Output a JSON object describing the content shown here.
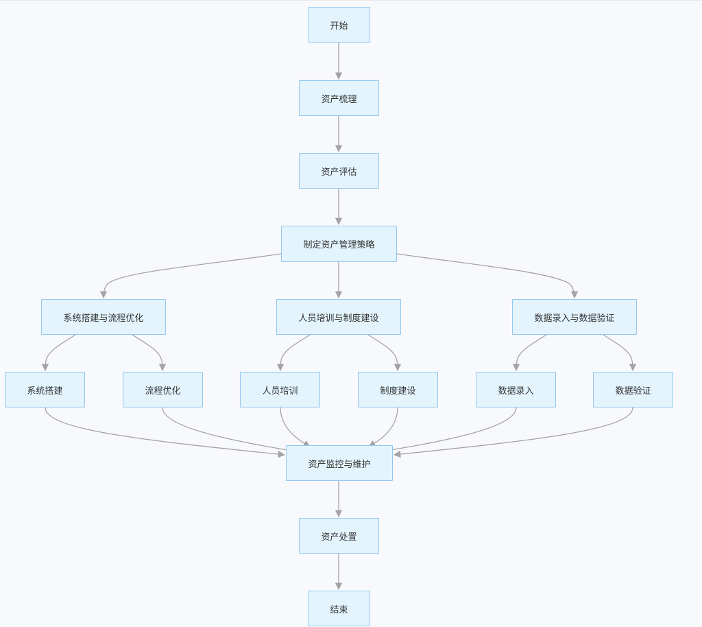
{
  "diagram": {
    "type": "flowchart",
    "colors": {
      "node_fill": "#e3f4fd",
      "node_border": "#92c8ef",
      "edge": "#a3a3a3",
      "text": "#333333",
      "background": "#f8f9fc"
    },
    "nodes": [
      {
        "id": "start",
        "label": "开始"
      },
      {
        "id": "asset_sort",
        "label": "资产梳理"
      },
      {
        "id": "asset_eval",
        "label": "资产评估"
      },
      {
        "id": "strategy",
        "label": "制定资产管理策略"
      },
      {
        "id": "sys_proc",
        "label": "系统搭建与流程优化"
      },
      {
        "id": "people_rules",
        "label": "人员培训与制度建设"
      },
      {
        "id": "data_io",
        "label": "数据录入与数据验证"
      },
      {
        "id": "sys_build",
        "label": "系统搭建"
      },
      {
        "id": "proc_opt",
        "label": "流程优化"
      },
      {
        "id": "training",
        "label": "人员培训"
      },
      {
        "id": "rules",
        "label": "制度建设"
      },
      {
        "id": "data_entry",
        "label": "数据录入"
      },
      {
        "id": "data_verify",
        "label": "数据验证"
      },
      {
        "id": "monitor",
        "label": "资产监控与维护"
      },
      {
        "id": "disposal",
        "label": "资产处置"
      },
      {
        "id": "end",
        "label": "结束"
      }
    ],
    "edges": [
      {
        "from": "start",
        "to": "asset_sort"
      },
      {
        "from": "asset_sort",
        "to": "asset_eval"
      },
      {
        "from": "asset_eval",
        "to": "strategy"
      },
      {
        "from": "strategy",
        "to": "sys_proc"
      },
      {
        "from": "strategy",
        "to": "people_rules"
      },
      {
        "from": "strategy",
        "to": "data_io"
      },
      {
        "from": "sys_proc",
        "to": "sys_build"
      },
      {
        "from": "sys_proc",
        "to": "proc_opt"
      },
      {
        "from": "people_rules",
        "to": "training"
      },
      {
        "from": "people_rules",
        "to": "rules"
      },
      {
        "from": "data_io",
        "to": "data_entry"
      },
      {
        "from": "data_io",
        "to": "data_verify"
      },
      {
        "from": "sys_build",
        "to": "monitor"
      },
      {
        "from": "proc_opt",
        "to": "monitor"
      },
      {
        "from": "training",
        "to": "monitor"
      },
      {
        "from": "rules",
        "to": "monitor"
      },
      {
        "from": "data_entry",
        "to": "monitor"
      },
      {
        "from": "data_verify",
        "to": "monitor"
      },
      {
        "from": "monitor",
        "to": "disposal"
      },
      {
        "from": "disposal",
        "to": "end"
      }
    ]
  }
}
